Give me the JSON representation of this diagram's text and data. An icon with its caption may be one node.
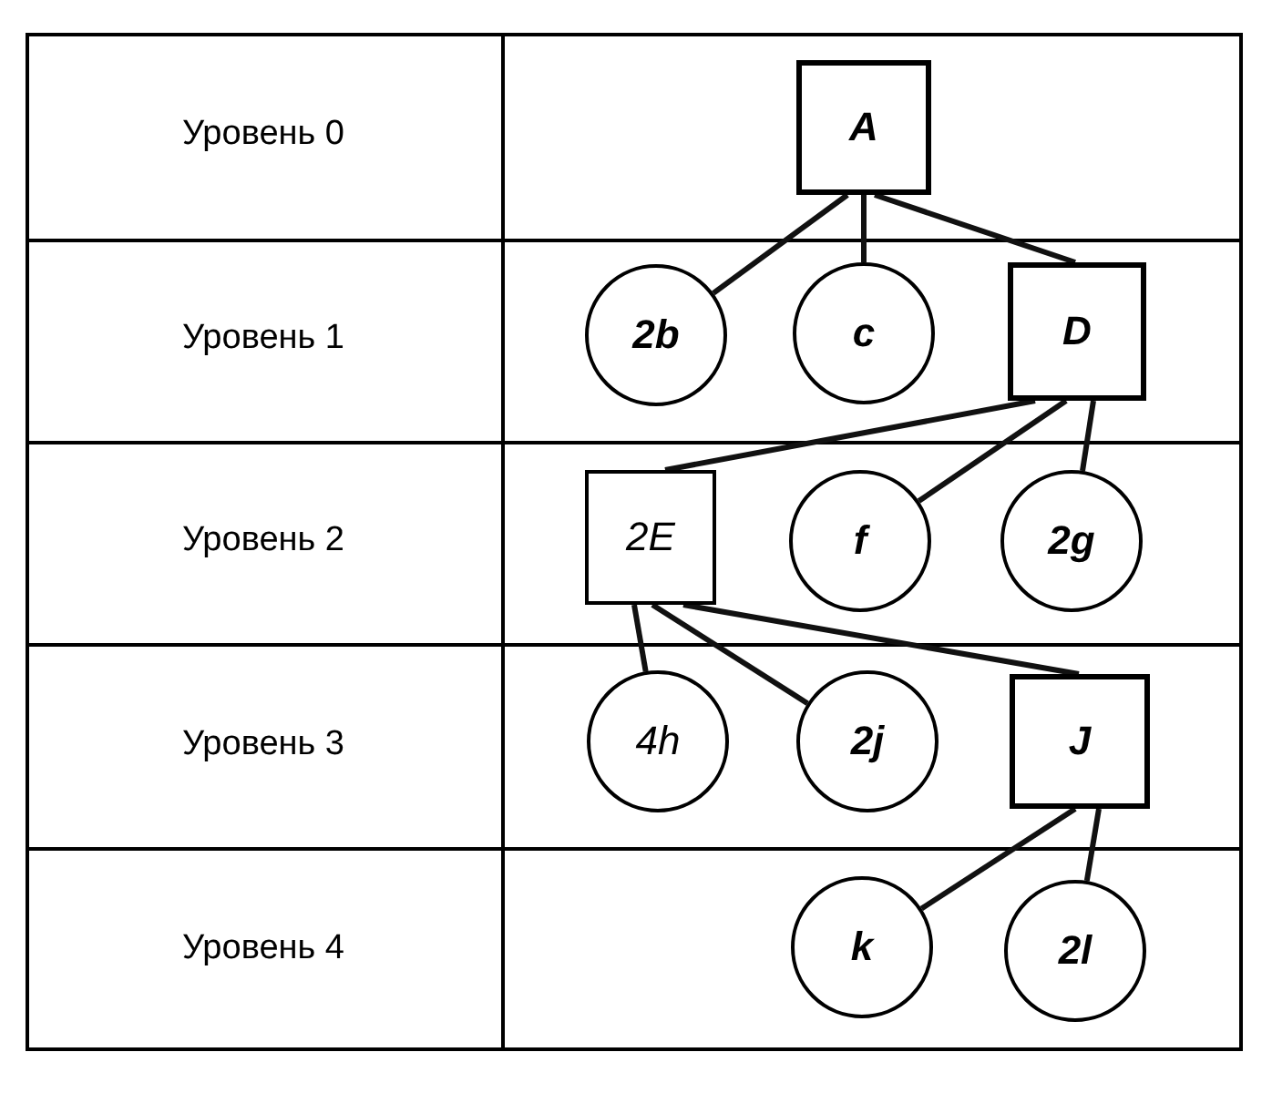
{
  "diagram": {
    "nodes": [
      {
        "text": [
          "A"
        ]
      },
      {
        "text": [
          "2b"
        ]
      },
      {
        "text": [
          "c"
        ]
      },
      {
        "text": [
          "D"
        ]
      },
      {
        "text": [
          "2E"
        ]
      },
      {
        "text": [
          "f"
        ]
      },
      {
        "text": [
          "2g"
        ]
      },
      {
        "text": [
          "4h"
        ]
      },
      {
        "text": [
          "2j"
        ]
      },
      {
        "text": [
          "J"
        ]
      },
      {
        "text": [
          "k"
        ]
      },
      {
        "text": [
          "2l"
        ]
      }
    ],
    "edges": [
      {
        "from": 0,
        "to": 1,
        "arrow": "none"
      },
      {
        "from": 0,
        "to": 2,
        "arrow": "none"
      },
      {
        "from": 0,
        "to": 3,
        "arrow": "none"
      },
      {
        "from": 3,
        "to": 4,
        "arrow": "none"
      },
      {
        "from": 3,
        "to": 5,
        "arrow": "none"
      },
      {
        "from": 3,
        "to": 6,
        "arrow": "none"
      },
      {
        "from": 4,
        "to": 7,
        "arrow": "none"
      },
      {
        "from": 4,
        "to": 8,
        "arrow": "none"
      },
      {
        "from": 4,
        "to": 9,
        "arrow": "none"
      },
      {
        "from": 9,
        "to": 10,
        "arrow": "none"
      },
      {
        "from": 9,
        "to": 11,
        "arrow": "none"
      }
    ],
    "labels": [
      "Уровень 0",
      "Уровень 1",
      "Уровень 2",
      "Уровень 3",
      "Уровень 4"
    ]
  }
}
